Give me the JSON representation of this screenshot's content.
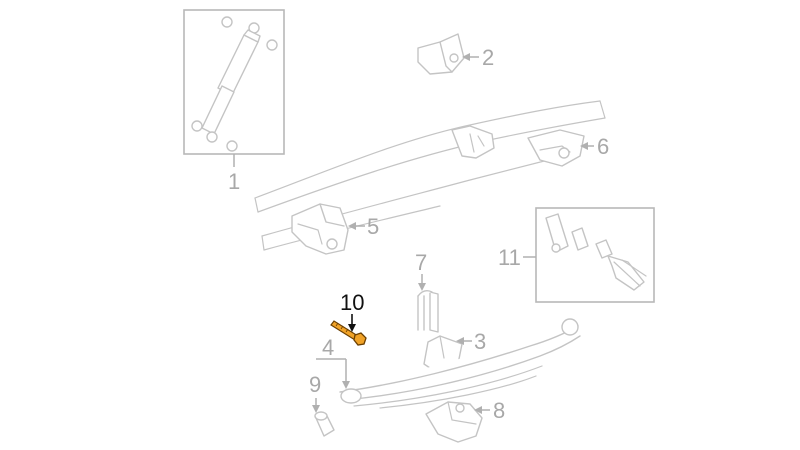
{
  "diagram": {
    "highlight_color": "#f0a227",
    "callouts": [
      {
        "id": "c1",
        "label": "1"
      },
      {
        "id": "c2",
        "label": "2"
      },
      {
        "id": "c3",
        "label": "3"
      },
      {
        "id": "c4",
        "label": "4"
      },
      {
        "id": "c5",
        "label": "5"
      },
      {
        "id": "c6",
        "label": "6"
      },
      {
        "id": "c7",
        "label": "7"
      },
      {
        "id": "c8",
        "label": "8"
      },
      {
        "id": "c9",
        "label": "9"
      },
      {
        "id": "c10",
        "label": "10",
        "highlighted": true
      },
      {
        "id": "c11",
        "label": "11"
      }
    ]
  }
}
